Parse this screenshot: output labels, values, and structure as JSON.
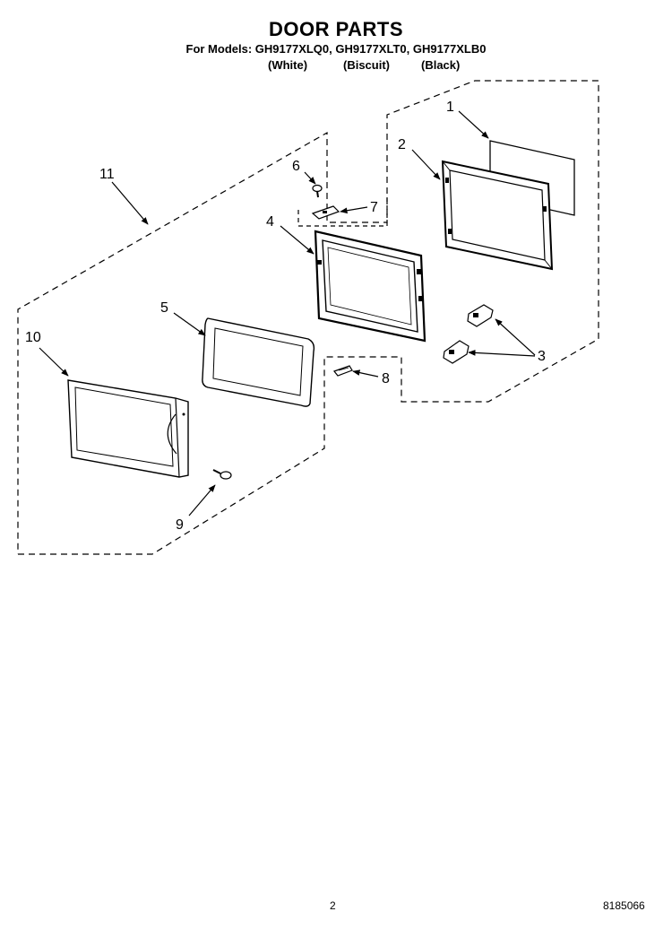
{
  "header": {
    "title": "DOOR PARTS",
    "models_line": "For Models: GH9177XLQ0, GH9177XLT0, GH9177XLB0",
    "colors": [
      "(White)",
      "(Biscuit)",
      "(Black)"
    ]
  },
  "callouts": {
    "c1": "1",
    "c2": "2",
    "c3": "3",
    "c4": "4",
    "c5": "5",
    "c6": "6",
    "c7": "7",
    "c8": "8",
    "c9": "9",
    "c10": "10",
    "c11": "11"
  },
  "footer": {
    "page_number": "2",
    "document_number": "8185066"
  }
}
